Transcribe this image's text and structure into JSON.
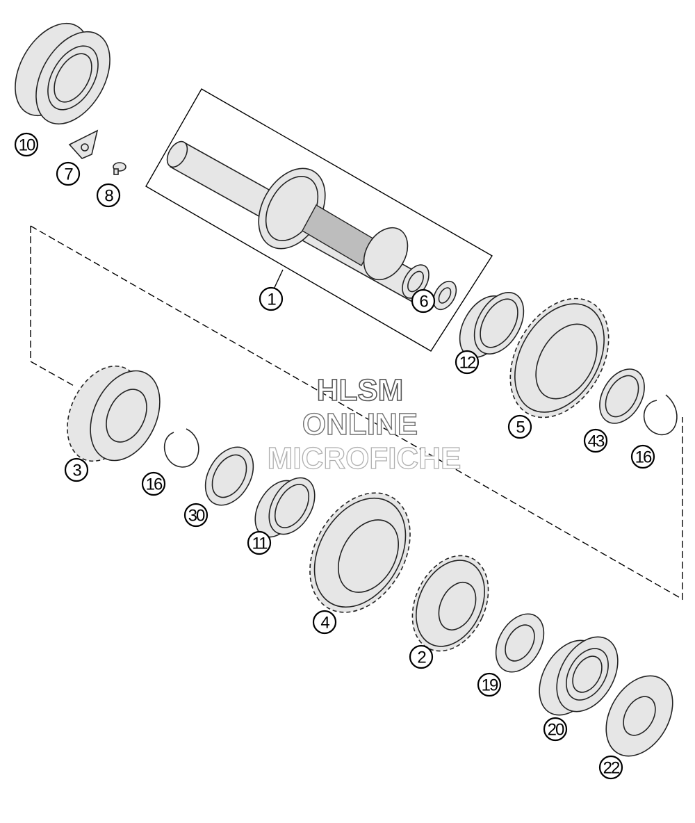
{
  "watermark": {
    "line1": "HLSM",
    "line2": "ONLINE",
    "line3": "MICROFICHE"
  },
  "callouts": [
    {
      "label": "10"
    },
    {
      "label": "7"
    },
    {
      "label": "8"
    },
    {
      "label": "1"
    },
    {
      "label": "6"
    },
    {
      "label": "12"
    },
    {
      "label": "5"
    },
    {
      "label": "43"
    },
    {
      "label": "16"
    },
    {
      "label": "3"
    },
    {
      "label": "16"
    },
    {
      "label": "30"
    },
    {
      "label": "11"
    },
    {
      "label": "4"
    },
    {
      "label": "2"
    },
    {
      "label": "19"
    },
    {
      "label": "20"
    },
    {
      "label": "22"
    }
  ]
}
